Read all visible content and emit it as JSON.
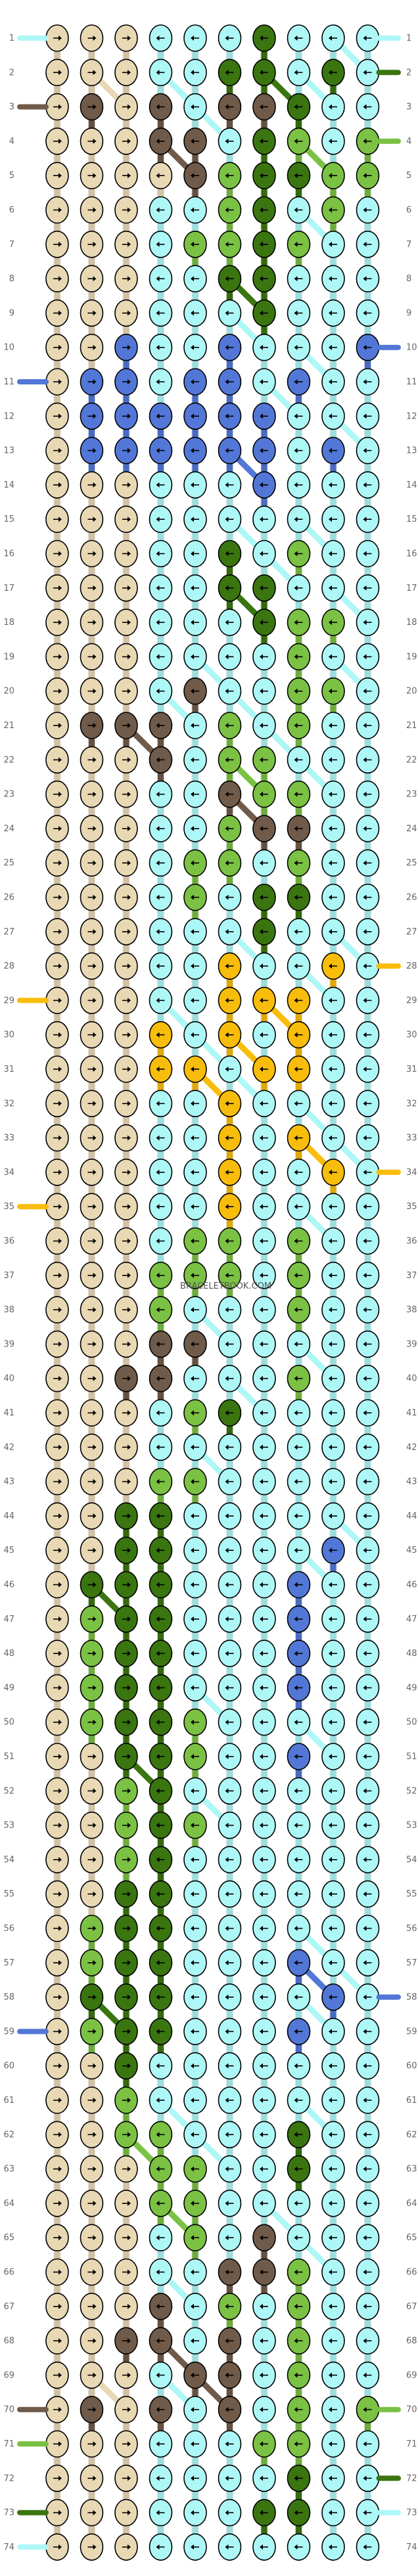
{
  "watermark": "BRACELETBOOK.COM",
  "colors": {
    "A": "#e8d8b4",
    "B": "#aef7f7",
    "C": "#3a7510",
    "D": "#7bc143",
    "E": "#705a49",
    "F": "#5277d7",
    "G": "#f8bd0b"
  },
  "row_count": 74,
  "string_count": 10,
  "left_start": [
    "B",
    "A",
    "E",
    "A",
    "A",
    "A",
    "A",
    "A",
    "A",
    "A",
    "F",
    "A",
    "A",
    "A",
    "A",
    "A",
    "A",
    "A",
    "A",
    "A",
    "A",
    "A",
    "A",
    "A",
    "A",
    "A",
    "A",
    "A",
    "G",
    "A",
    "A",
    "A",
    "A",
    "A",
    "G",
    "A",
    "A",
    "A",
    "A",
    "A",
    "A",
    "A",
    "A",
    "A",
    "A",
    "A",
    "A",
    "A",
    "A",
    "A",
    "A",
    "A",
    "A",
    "A",
    "A",
    "A",
    "A",
    "A",
    "F",
    "A",
    "A",
    "A",
    "A",
    "A",
    "A",
    "A",
    "A",
    "A",
    "A",
    "E",
    "D",
    "A",
    "C",
    "B"
  ],
  "right_end": [
    "B",
    "C",
    "A",
    "D",
    "A",
    "A",
    "A",
    "A",
    "A",
    "F",
    "A",
    "A",
    "A",
    "A",
    "A",
    "A",
    "A",
    "A",
    "A",
    "A",
    "A",
    "A",
    "A",
    "A",
    "A",
    "A",
    "A",
    "G",
    "A",
    "A",
    "A",
    "A",
    "A",
    "G",
    "A",
    "A",
    "A",
    "A",
    "A",
    "A",
    "A",
    "A",
    "A",
    "A",
    "A",
    "A",
    "A",
    "A",
    "A",
    "A",
    "A",
    "A",
    "A",
    "A",
    "A",
    "A",
    "A",
    "F",
    "A",
    "A",
    "A",
    "A",
    "A",
    "A",
    "A",
    "A",
    "A",
    "A",
    "A",
    "D",
    "A",
    "C",
    "B",
    "A"
  ],
  "pattern_rows": [
    "AAABBBCBBB",
    "AAABBCCBCB",
    "AEAEBEECBB",
    "AAAEEBCDBD",
    "AAAAEDCCDD",
    "AAABBDCBDB",
    "AAABDDCDBB",
    "AAABBCCBBB",
    "AAABBBCBBB",
    "AAFBBFBBBF",
    "AFFBFFBFBB",
    "AFFFFFFBBB",
    "AFFFFFFBFB",
    "AAABBBFBBB",
    "AAABBBBBBB",
    "AAABBCBDBB",
    "AAABBCCBBB",
    "AAABBBCDDB",
    "AAABBBBDBB",
    "AAABEBBDDB",
    "AEEEBDBDBB",
    "AAAEBDDBBB",
    "AAABBEDDBB",
    "AAABBDEEBB",
    "AAABDDBDBB",
    "AAABDBCCBB",
    "AAABBBCBBB",
    "AAABBGBBGB",
    "AAABBGGGBB",
    "AAAGBGBGBB",
    "AAAGGBGGBB",
    "AAABBGBBBB",
    "AAABBGBGBB",
    "AAABBGBBGB",
    "AAABBGBBBB",
    "AAABDDBDBB",
    "AAADDDBDBB",
    "AAADBBBDBB",
    "AAAEEBBBBB",
    "AAEEBBBDBB",
    "AAABDCBBBB",
    "AAABBBBBBB",
    "AAADDBBBBB",
    "AACCBBBBBB",
    "AACCBBBBFB",
    "ACCCBBBFBB",
    "ADCCBBBFBB",
    "ADCCBBBFBB",
    "ADCCBBBFBB",
    "ADCCDBBBBB",
    "AACCDBBFBB",
    "AADCBBBBBB",
    "AADCDBBBBB",
    "AADCBBBBBB",
    "AACCBBBBBB",
    "ADCCBBBBBB",
    "ADCCBBBFBB",
    "ACCCBBBBFB",
    "ADCCBBBFBB",
    "AACBBBBBBB",
    "AADBBBBBBB",
    "AADDBBBCBB",
    "AAADDBBCBB",
    "AAADDBBBBB",
    "AAABDBEBBB",
    "AAABBEEDBB",
    "AAAEBDBDBB",
    "AAEEBEBDBB",
    "AAABEEBDBB",
    "AEAEBEBDBD",
    "AAABBBDDBB",
    "AAABBBBCBB",
    "AAABBBCCBB",
    "AAABBBBBBB"
  ]
}
